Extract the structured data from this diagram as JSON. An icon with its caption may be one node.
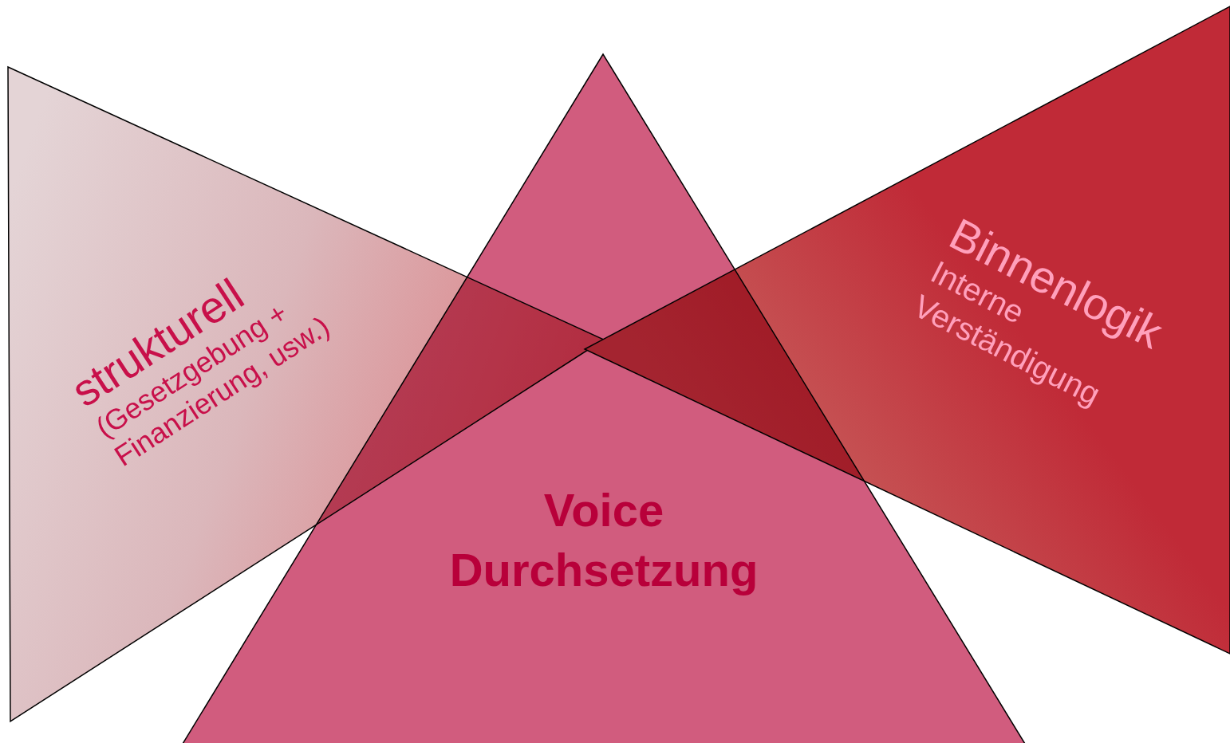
{
  "diagram": {
    "nodes": [
      {
        "text": [
          "strukturell",
          "(Gesetzgebung + Finanzierung, usw.)"
        ]
      },
      {
        "text": [
          "Binnenlogik",
          "Interne Verständigung"
        ]
      },
      {
        "text": [
          "Voice Durchsetzung"
        ]
      }
    ]
  }
}
